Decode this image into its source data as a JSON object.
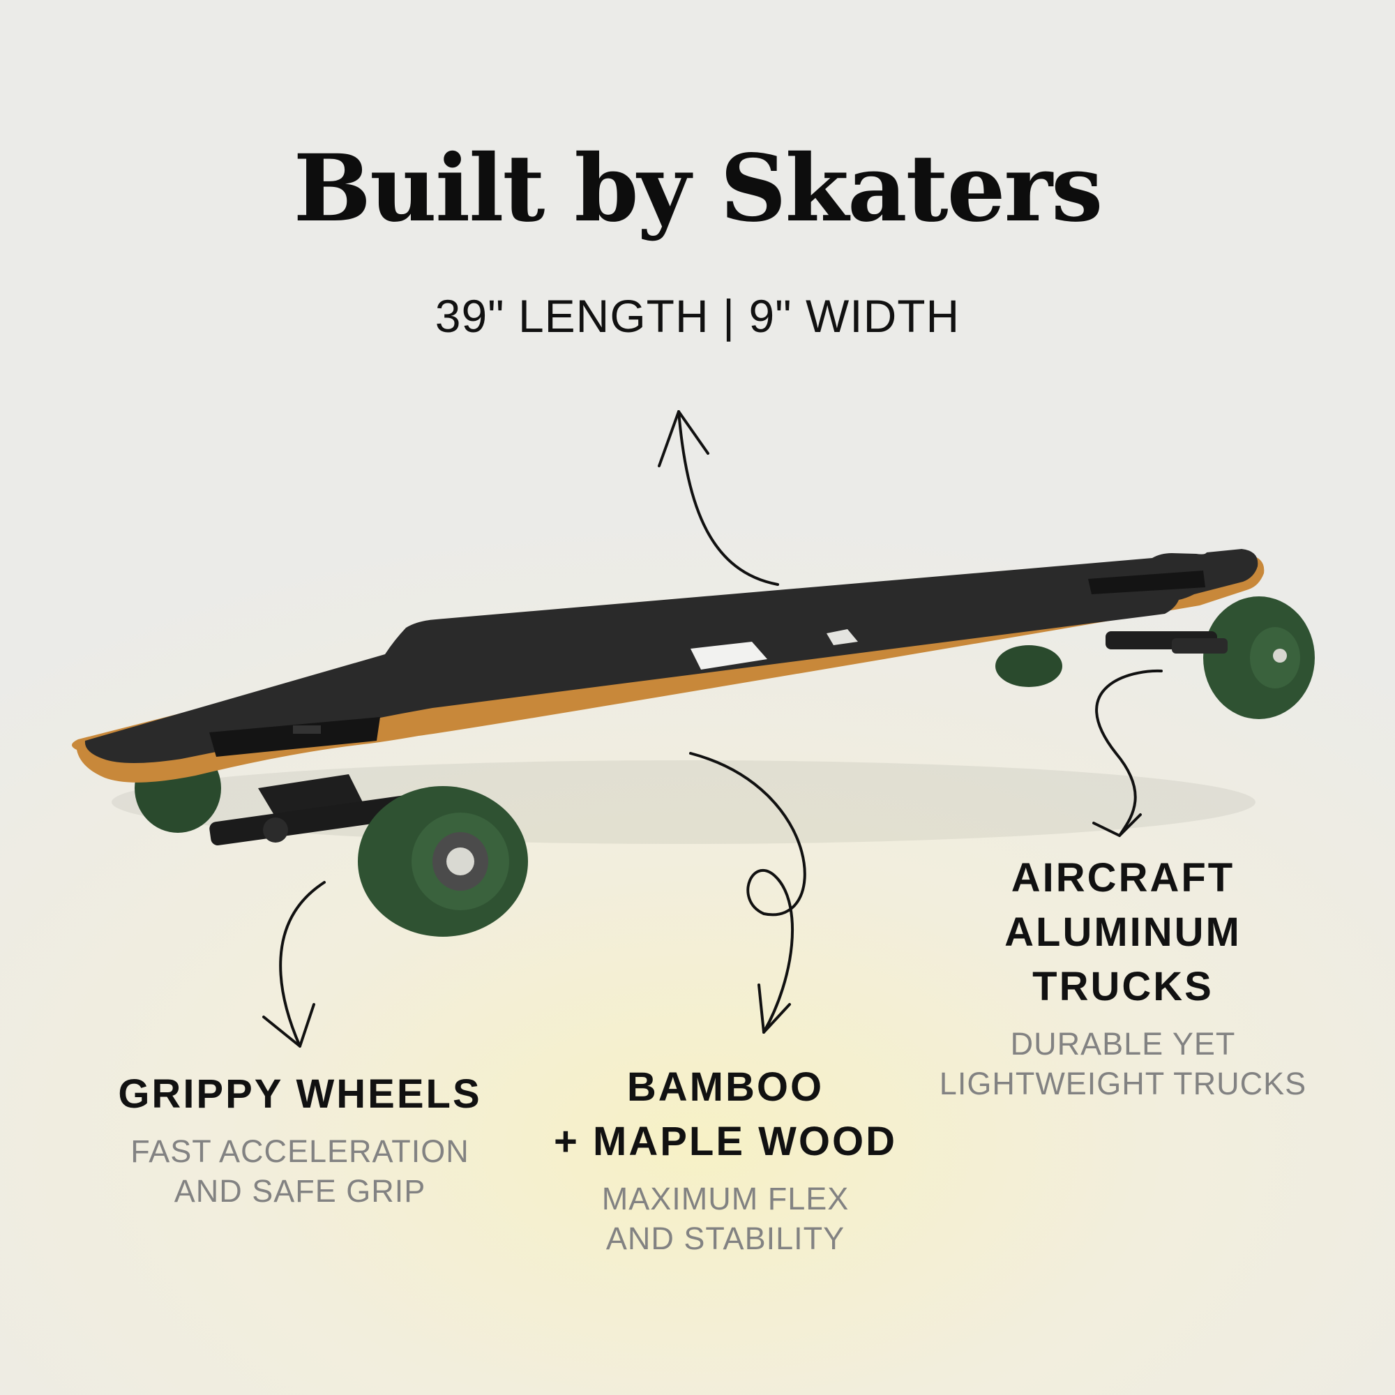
{
  "header": {
    "title": "Built by Skaters",
    "dimensions": "39\" LENGTH | 9\" WIDTH"
  },
  "features": {
    "wheels": {
      "heading": "GRIPPY WHEELS",
      "subtitle": "FAST ACCELERATION\nAND SAFE GRIP"
    },
    "wood": {
      "heading": "BAMBOO\n+ MAPLE WOOD",
      "subtitle": "MAXIMUM FLEX\nAND STABILITY"
    },
    "trucks": {
      "heading": "AIRCRAFT\nALUMINUM\nTRUCKS",
      "subtitle": "DURABLE YET\nLIGHTWEIGHT TRUCKS"
    }
  },
  "colors": {
    "griptape": "#2a2a2a",
    "deck_edge": "#c8883a",
    "wheel": "#2f5232",
    "truck": "#1e1e1e",
    "text_dark": "#111111",
    "text_muted": "#828282"
  }
}
